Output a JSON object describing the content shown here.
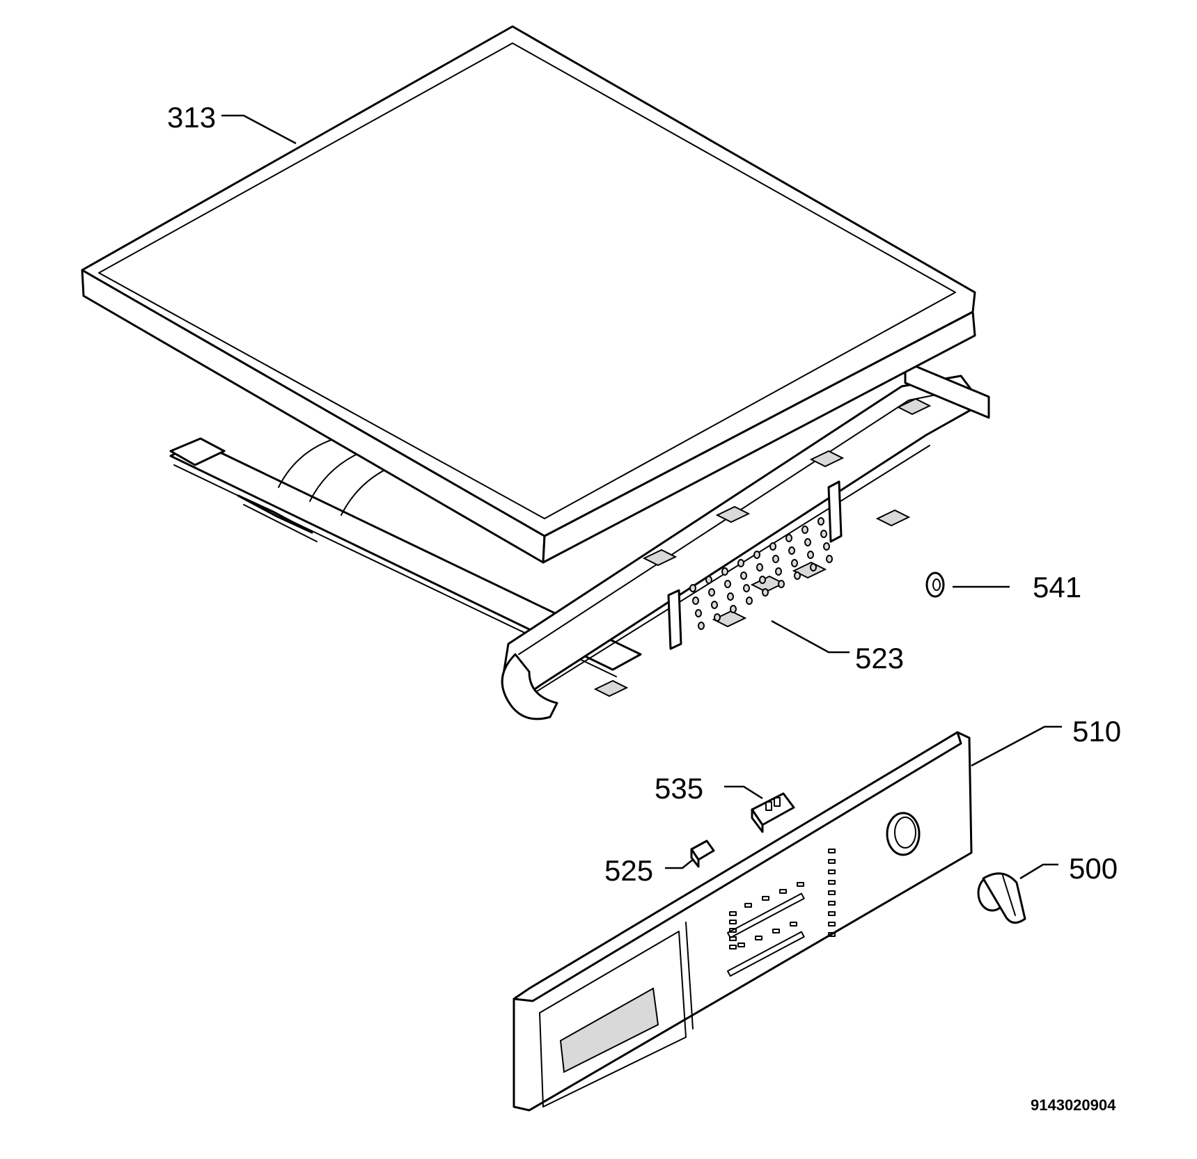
{
  "callouts": {
    "p313": "313",
    "p541": "541",
    "p523": "523",
    "p510": "510",
    "p535": "535",
    "p525": "525",
    "p500": "500"
  },
  "document_number": "9143020904"
}
